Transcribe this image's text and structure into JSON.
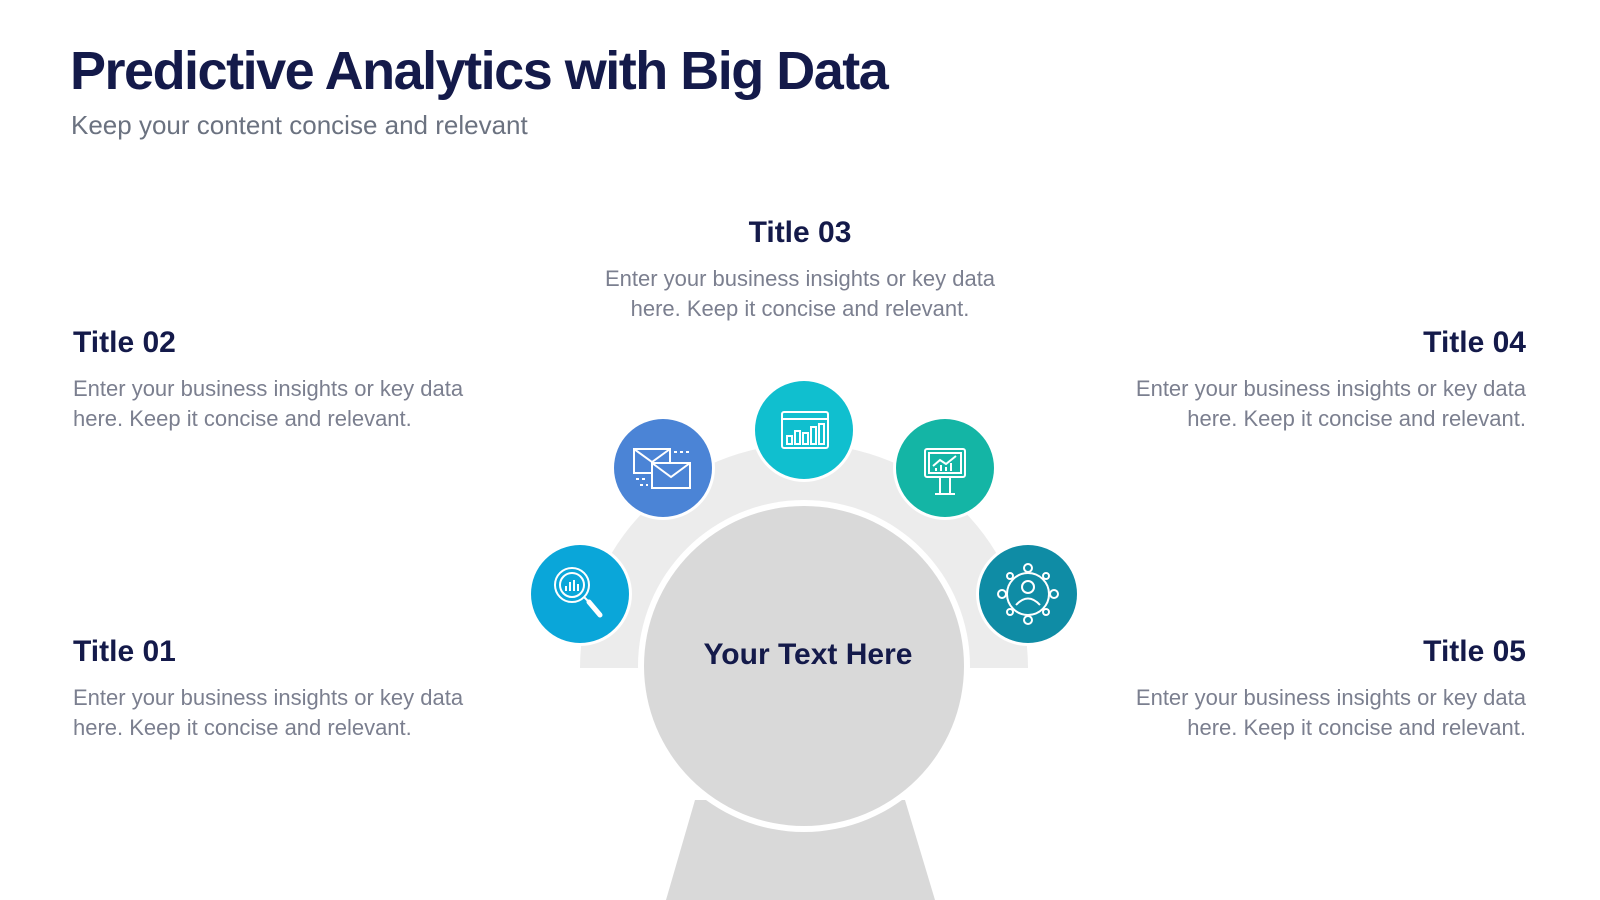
{
  "header": {
    "title": "Predictive Analytics with Big Data",
    "subtitle": "Keep your content concise and relevant"
  },
  "center": {
    "text": "Your Text Here"
  },
  "items": [
    {
      "title": "Title 01",
      "text": "Enter your business insights or key data here. Keep it concise and relevant.",
      "icon": "magnifier-chart-icon",
      "color": "#0aa6d9"
    },
    {
      "title": "Title 02",
      "text": "Enter your business insights or key data here. Keep it concise and relevant.",
      "icon": "envelopes-icon",
      "color": "#4b84d6"
    },
    {
      "title": "Title 03",
      "text": "Enter your business insights or key data here. Keep it concise and relevant.",
      "icon": "bar-chart-window-icon",
      "color": "#10bfcf"
    },
    {
      "title": "Title 04",
      "text": "Enter your business insights or key data here. Keep it concise and relevant.",
      "icon": "presentation-board-icon",
      "color": "#14b5a5"
    },
    {
      "title": "Title 05",
      "text": "Enter your business insights or key data here. Keep it concise and relevant.",
      "icon": "network-user-icon",
      "color": "#0f8ca5"
    }
  ],
  "colors": {
    "title": "#141a4a",
    "body_text": "#7b7f8f",
    "semicircle": "#ececec",
    "center_circle": "#d9d9d9"
  }
}
